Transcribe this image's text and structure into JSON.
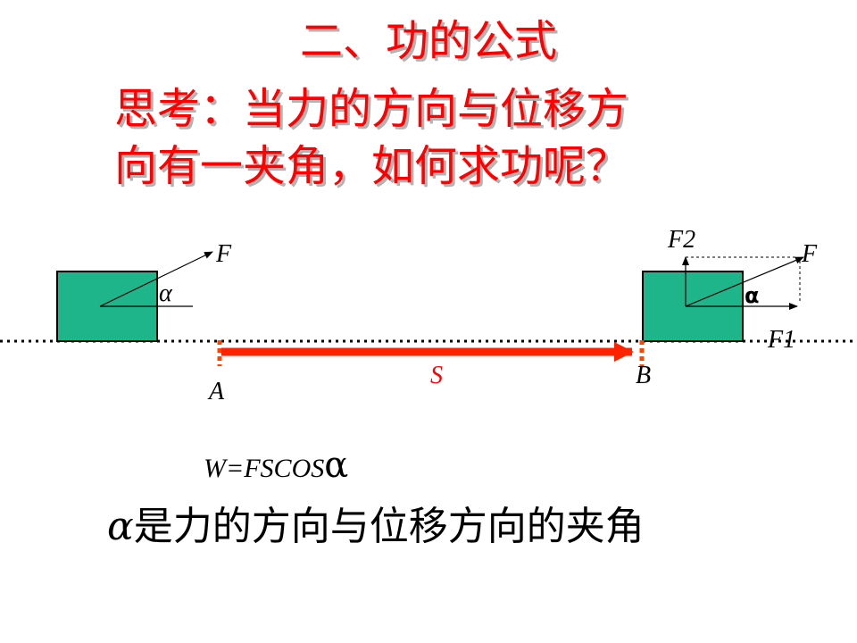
{
  "title": {
    "line1": "二、功的公式",
    "line2": "思考：当力的方向与位移方",
    "line3": "向有一夹角，如何求功呢？"
  },
  "diagram": {
    "left_block": {
      "force_label": "F",
      "angle_label": "α"
    },
    "right_block": {
      "force_label": "F",
      "vertical_component_label": "F2",
      "horizontal_component_label": "F1",
      "angle_label": "α"
    },
    "point_a": "A",
    "point_b": "B",
    "displacement_label": "S",
    "colors": {
      "block_fill": "#1fb58a",
      "displacement_arrow": "#ff2200",
      "title": "#ff0000"
    }
  },
  "formula": {
    "prefix": "W=FSCOS",
    "symbol": "α"
  },
  "caption": {
    "symbol": "α",
    "text": "是力的方向与位移方向的夹角"
  }
}
